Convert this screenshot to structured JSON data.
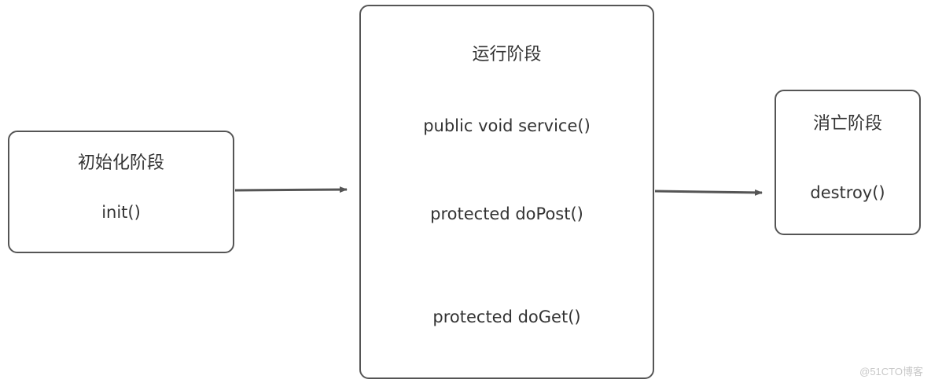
{
  "init_stage": {
    "title": "初始化阶段",
    "method": "init()"
  },
  "run_stage": {
    "title": "运行阶段",
    "methods": [
      "public void service()",
      "protected doPost()",
      "protected doGet()"
    ]
  },
  "destroy_stage": {
    "title": "消亡阶段",
    "method": "destroy()"
  },
  "watermark": "@51CTO博客",
  "colors": {
    "border": "#555555",
    "text": "#333333",
    "arrow": "#555555"
  }
}
